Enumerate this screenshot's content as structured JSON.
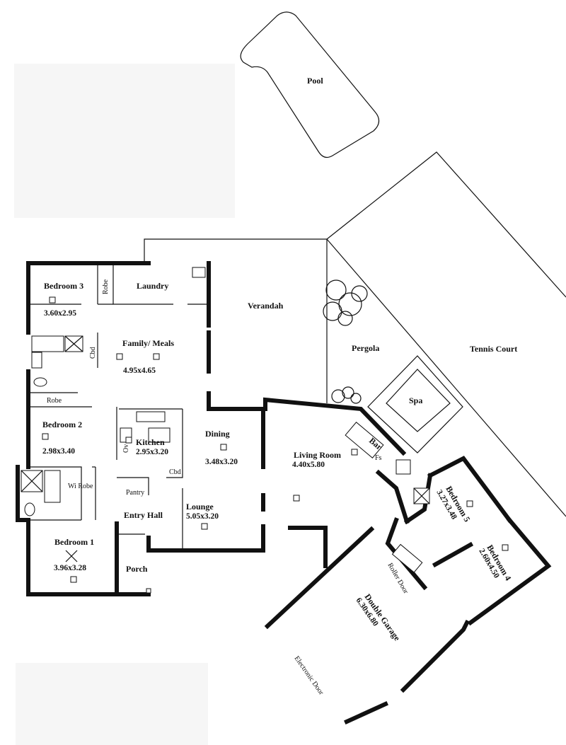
{
  "plan": {
    "pool": "Pool",
    "verandah": "Verandah",
    "pergola": "Pergola",
    "tennis_court": "Tennis Court",
    "spa": "Spa",
    "bedroom3": {
      "name": "Bedroom 3",
      "size": "3.60x2.95"
    },
    "robe_b3": "Robe",
    "laundry": "Laundry",
    "family": {
      "name": "Family/ Meals",
      "size": "4.95x4.65"
    },
    "cbd1": "Cbd",
    "robe_b2": "Robe",
    "bedroom2": {
      "name": "Bedroom 2",
      "size": "2.98x3.40"
    },
    "kitchen": {
      "name": "Kitchen",
      "size": "2.95x3.20"
    },
    "ov": "Ov",
    "dining": {
      "name": "Dining",
      "size": "3.48x3.20"
    },
    "cbd2": "Cbd",
    "pantry": "Pantry",
    "living": {
      "name": "Living Room",
      "size": "4.40x5.80"
    },
    "bar": "Bar",
    "fs": "Fs",
    "wi_robe": "Wi Robe",
    "lounge": {
      "name": "Lounge",
      "size": "5.05x3.20"
    },
    "entry": "Entry Hall",
    "bedroom1": {
      "name": "Bedroom 1",
      "size": "3.96x3.28"
    },
    "porch": "Porch",
    "bedroom5": {
      "name": "Bedroom 5",
      "size": "3.27x3.48"
    },
    "bedroom4": {
      "name": "Bedroom 4",
      "size": "2.60x4.50"
    },
    "roller_door": "Roller Door",
    "garage": {
      "name": "Double Garage",
      "size": "6.30x6.80"
    },
    "electronic_door": "Electronic Door"
  }
}
